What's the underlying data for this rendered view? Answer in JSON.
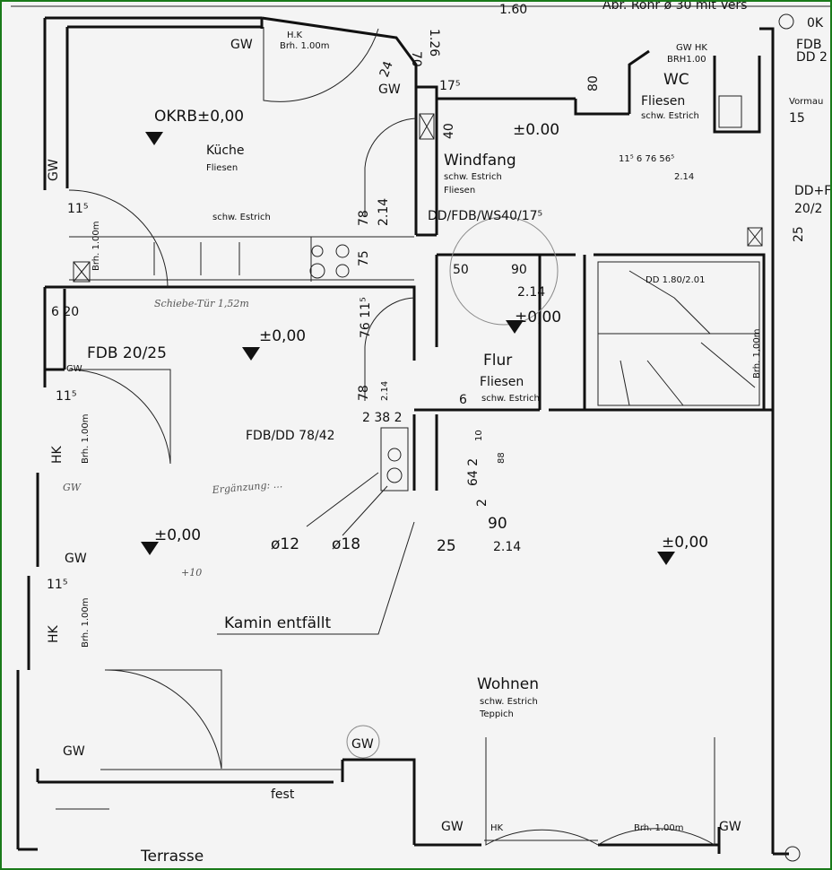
{
  "plan": {
    "top_note": "Abr. Rohr ø 30 mit Vers",
    "top_dim": "1.60",
    "right_top": [
      "0K",
      "FDB",
      "DD 2"
    ],
    "rooms": {
      "kueche": {
        "name": "Küche",
        "floor": "Fliesen",
        "screed": "schw. Estrich",
        "level": "OKRB±0,00"
      },
      "windfang": {
        "name": "Windfang",
        "screed": "schw. Estrich",
        "floor": "Fliesen",
        "level": "±0.00"
      },
      "wc": {
        "name": "WC",
        "floor": "Fliesen",
        "screed": "schw. Estrich",
        "window": "GW HK",
        "brh": "BRH1.00"
      },
      "flur": {
        "name": "Flur",
        "floor": "Fliesen",
        "screed": "schw. Estrich",
        "level": "±0,00"
      },
      "essen": {
        "level": "±0,00"
      },
      "wohnzimmer_links": {
        "level": "±0,00"
      },
      "wohnen": {
        "name": "Wohnen",
        "screed": "schw. Estrich",
        "floor": "Teppich",
        "level": "±0,00"
      },
      "terrasse": {
        "name": "Terrasse",
        "fixed": "fest"
      }
    },
    "labels": {
      "gw": "GW",
      "hk": "H.K",
      "hk2": "HK",
      "brh": "Brh. 1.00m",
      "brh_stair": "Brh. 1,00m",
      "d24": "24",
      "d70": "70",
      "d126": "1.26",
      "d175": "17⁵",
      "d80": "80",
      "d40": "40",
      "vormau": "Vormau",
      "d15": "15",
      "wc_dims": "11⁵  6    76       56⁵",
      "d214": "2.14",
      "ddf": "DD+F",
      "ddf2": "20/2",
      "ws": "DD/FDB/WS40/17⁵",
      "d115": "11⁵",
      "d78": "78",
      "d75": "75",
      "d50": "50",
      "d90": "90",
      "stair": "DD 1.80/2.01",
      "d6_20": "6  20",
      "schiebe": "Schiebe-Tür 1,52m",
      "d76_115": "76  11⁵",
      "fdb2025": "FDB 20/25",
      "d25": "25",
      "d2_38_2": "2  38  2",
      "d6": "6",
      "fdbdd": "FDB/DD 78/42",
      "d10": "10",
      "d64_2": "64  2",
      "d88": "88",
      "d2": "2",
      "hand_note": "Ergänzung: ...",
      "o12": "ø12",
      "o18": "ø18",
      "plus10": "+10",
      "kamin": "Kamin entfällt"
    }
  }
}
